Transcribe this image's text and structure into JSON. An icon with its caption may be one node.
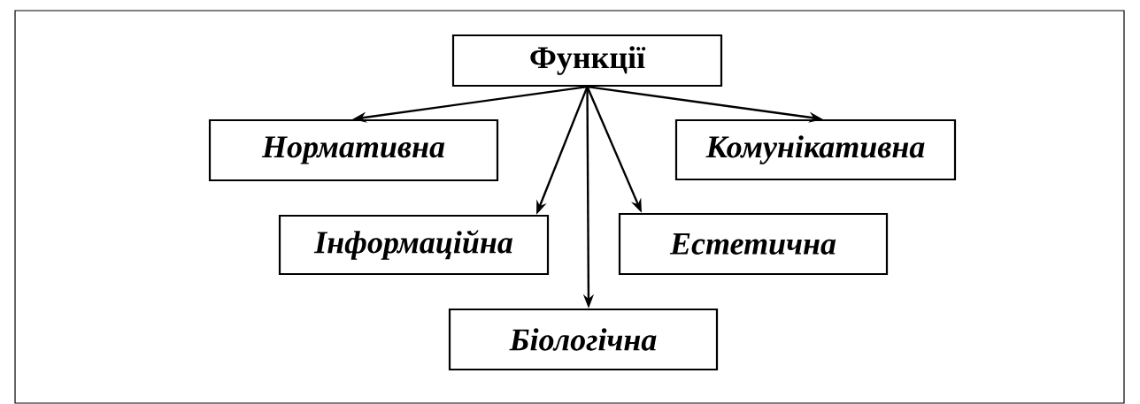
{
  "diagram": {
    "nodes": [
      {
        "text": [
          "Функції"
        ]
      },
      {
        "text": [
          "Нормативна"
        ]
      },
      {
        "text": [
          "Комунікативна"
        ]
      },
      {
        "text": [
          "Інформаційна"
        ]
      },
      {
        "text": [
          "Естетична"
        ]
      },
      {
        "text": [
          "Біологічна"
        ]
      }
    ],
    "edges": [
      {
        "from": 0,
        "to": 1,
        "arrow": "to"
      },
      {
        "from": 0,
        "to": 2,
        "arrow": "to"
      },
      {
        "from": 0,
        "to": 3,
        "arrow": "to"
      },
      {
        "from": 0,
        "to": 4,
        "arrow": "to"
      },
      {
        "from": 0,
        "to": 5,
        "arrow": "to"
      }
    ]
  }
}
